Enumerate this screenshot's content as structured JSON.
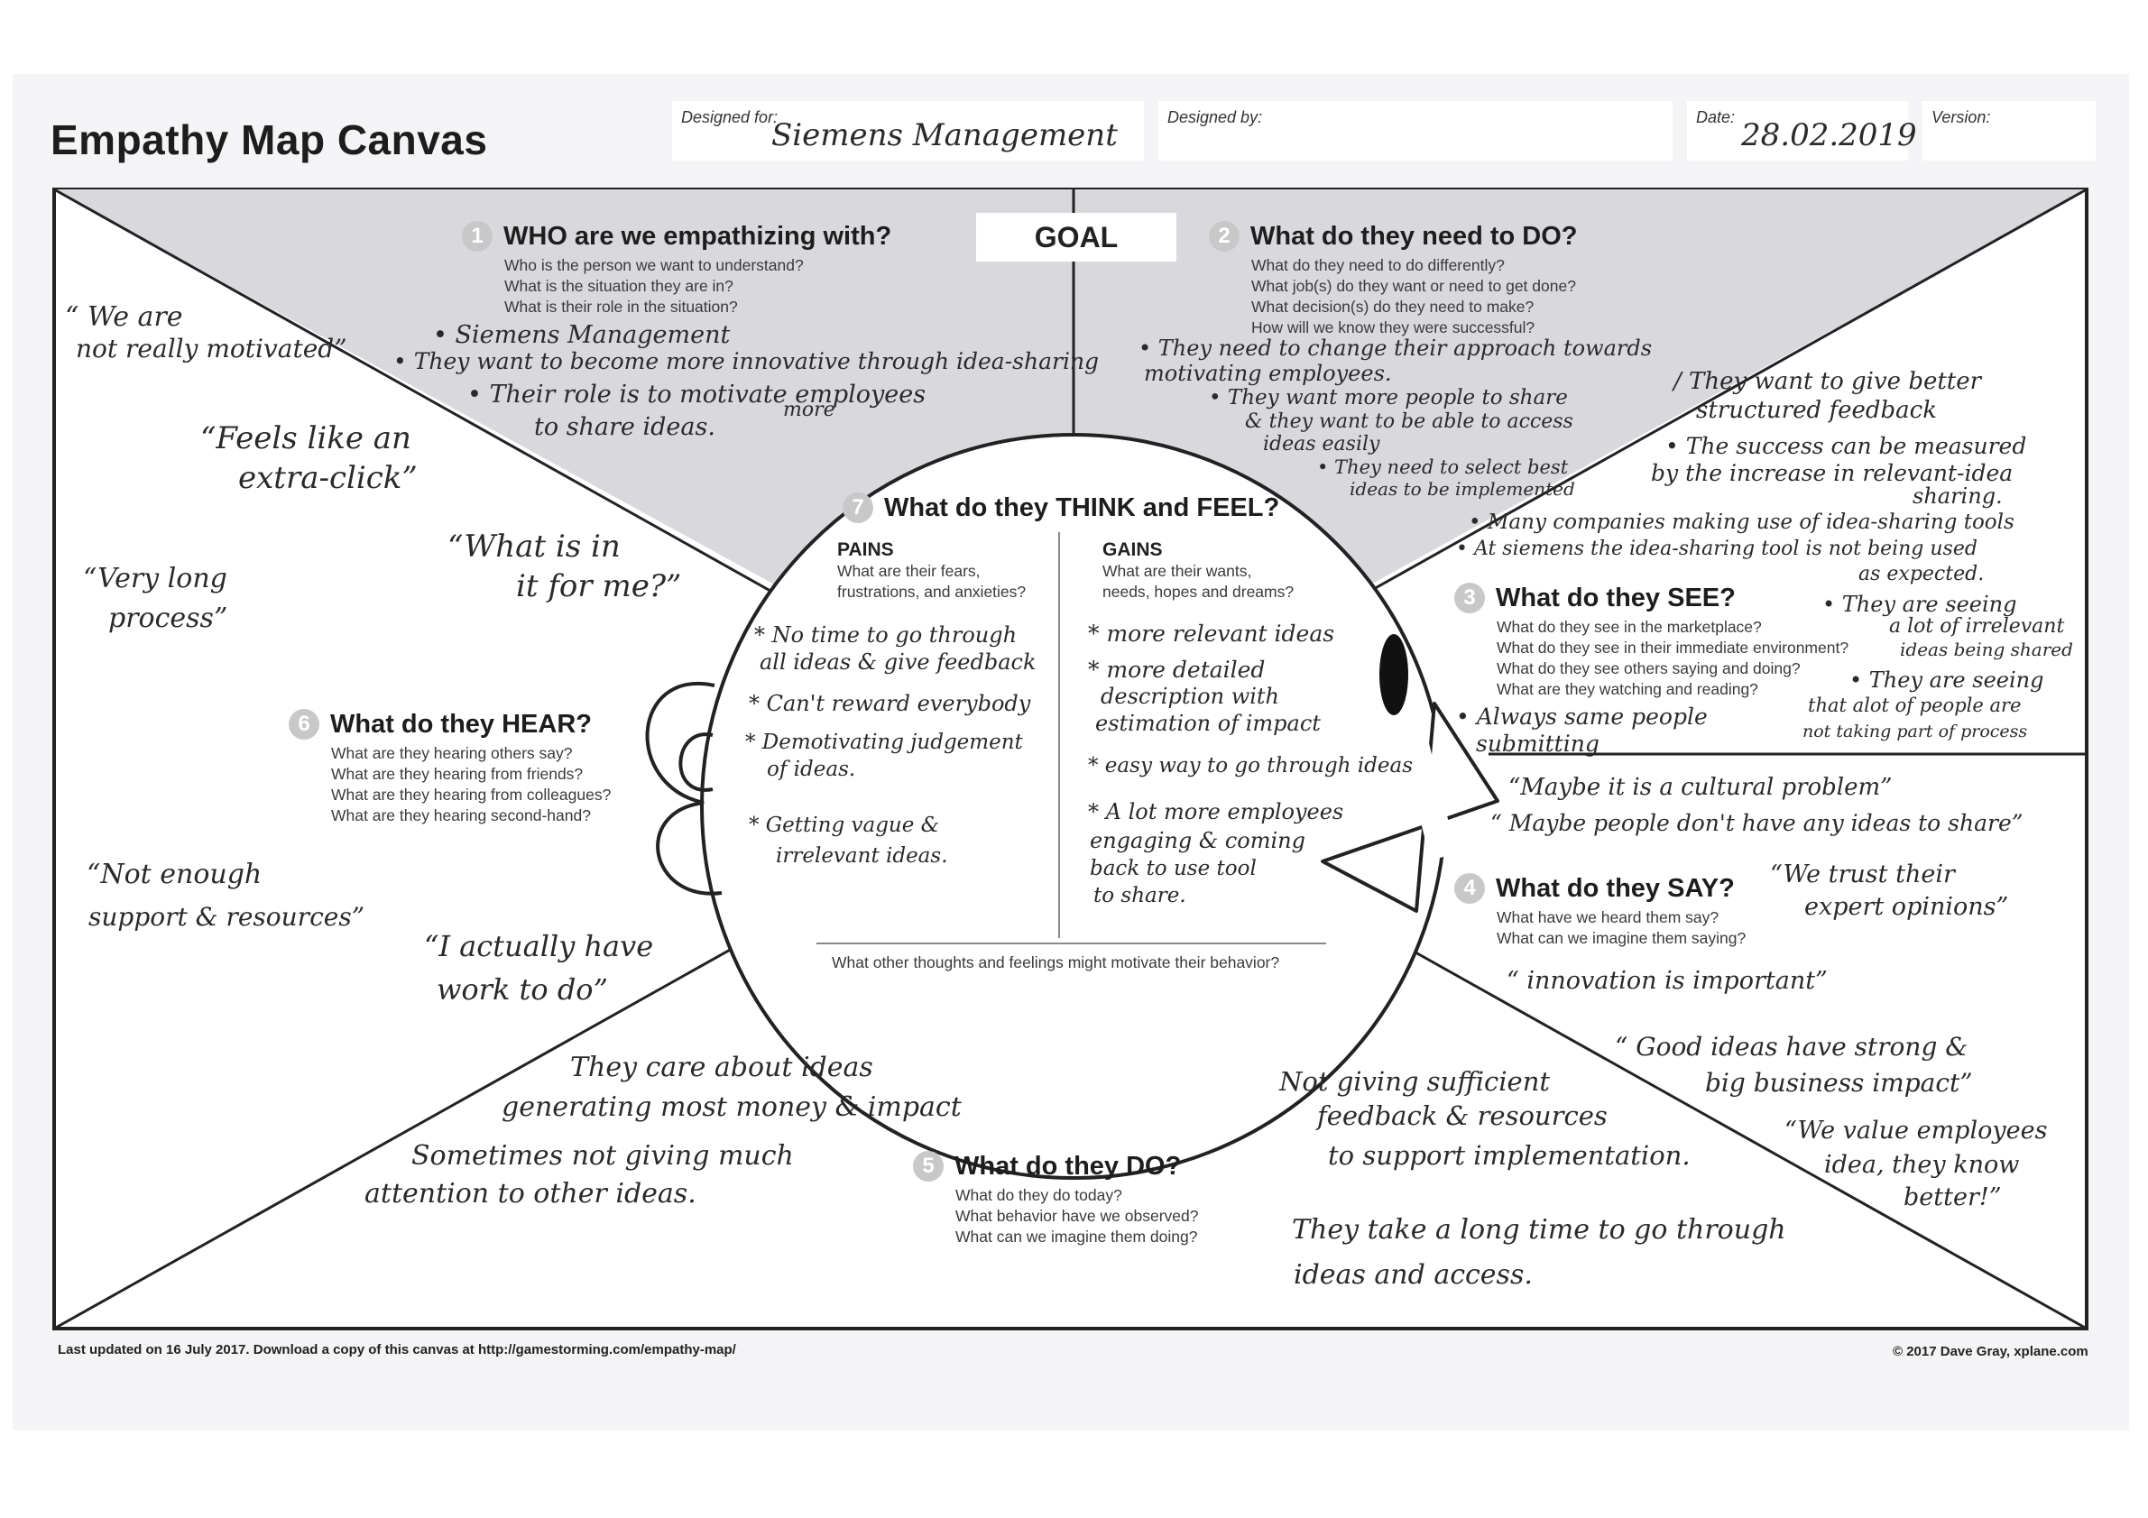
{
  "canvas": {
    "title": "Empathy Map Canvas",
    "designed_for_label": "Designed for:",
    "designed_for_value": "Siemens Management",
    "designed_by_label": "Designed by:",
    "date_label": "Date:",
    "date_value": "28.02.2019",
    "version_label": "Version:",
    "goal_label": "GOAL"
  },
  "sections": {
    "who": {
      "num": "1",
      "title": "WHO are we empathizing with?",
      "q1": "Who is the person we want to understand?",
      "q2": "What is the situation they are in?",
      "q3": "What is their role in the situation?"
    },
    "do_need": {
      "num": "2",
      "title": "What do they need to DO?",
      "q1": "What do they need to do differently?",
      "q2": "What job(s) do they want or need to get done?",
      "q3": "What decision(s) do they need to make?",
      "q4": "How will we know they were successful?"
    },
    "see": {
      "num": "3",
      "title": "What do they SEE?",
      "q1": "What do they see in the marketplace?",
      "q2": "What do they see in their immediate environment?",
      "q3": "What do they see others saying and doing?",
      "q4": "What are they watching and reading?"
    },
    "say": {
      "num": "4",
      "title": "What do they SAY?",
      "q1": "What have we heard them say?",
      "q2": "What can we imagine them saying?"
    },
    "do": {
      "num": "5",
      "title": "What do they DO?",
      "q1": "What do they do today?",
      "q2": "What behavior have we observed?",
      "q3": "What can we imagine them doing?"
    },
    "hear": {
      "num": "6",
      "title": "What do they HEAR?",
      "q1": "What are they hearing others say?",
      "q2": "What are they hearing from friends?",
      "q3": "What are they hearing from colleagues?",
      "q4": "What are they hearing second-hand?"
    },
    "think": {
      "num": "7",
      "title": "What do they THINK and FEEL?",
      "pains_label": "PAINS",
      "pains_q1": "What are their fears,",
      "pains_q2": "frustrations, and anxieties?",
      "gains_label": "GAINS",
      "gains_q1": "What are their wants,",
      "gains_q2": "needs, hopes and dreams?",
      "bottom": "What other thoughts and feelings might motivate their behavior?"
    }
  },
  "notes": {
    "who": [
      "• Siemens Management",
      "• They want to become more innovative through idea-sharing",
      "• Their role is to motivate employees",
      "more",
      "to share ideas."
    ],
    "do_need": [
      "• They need to change their approach towards",
      "motivating employees.",
      "• They want more people to share",
      "& they want to be able to access",
      "ideas easily",
      "• They need to select best",
      "ideas to be implemented",
      "/ They want to give better",
      "structured feedback",
      "• The success can be measured",
      "by the increase in relevant-idea",
      "sharing."
    ],
    "see": [
      "• Many companies making use of idea-sharing tools",
      "• At siemens the idea-sharing tool is not being used",
      "as expected.",
      "• They are seeing",
      "a lot of irrelevant",
      "ideas being shared",
      "• They are seeing",
      "that alot of people are",
      "not taking part of process",
      "• Always same people",
      "submitting"
    ],
    "say": [
      "“Maybe it is a cultural problem”",
      "“ Maybe people don't have any ideas to share”",
      "“We trust their",
      "expert opinions”",
      "“ innovation is important”",
      "“ Good ideas have strong &",
      "big business impact”",
      "“We value employees",
      "idea, they know",
      "better!”"
    ],
    "do": [
      "They care about ideas",
      "generating most money & impact",
      "Sometimes not giving much",
      "attention to other ideas.",
      "Not giving sufficient",
      "feedback & resources",
      "to support implementation.",
      "They take a long time to go through",
      "ideas and access."
    ],
    "hear": [
      "“ We are",
      "not really motivated”",
      "“Feels like an",
      "extra-click”",
      "“What is in",
      "it for me?”",
      "“Very long",
      "process”",
      "“Not enough",
      "support & resources”",
      "“I actually have",
      "work to do”"
    ],
    "pains": [
      "* No time to go through",
      "all ideas & give feedback",
      "* Can't reward everybody",
      "* Demotivating judgement",
      "of ideas.",
      "* Getting vague &",
      "irrelevant ideas."
    ],
    "gains": [
      "* more relevant ideas",
      "* more detailed",
      "description with",
      "estimation of impact",
      "* easy way to go through ideas",
      "* A lot more employees",
      "engaging & coming",
      "back to use tool",
      "to share."
    ]
  },
  "footer": {
    "left": "Last updated on 16 July 2017. Download a copy of this canvas at http://gamestorming.com/empathy-map/",
    "right": "© 2017 Dave Gray, xplane.com"
  }
}
